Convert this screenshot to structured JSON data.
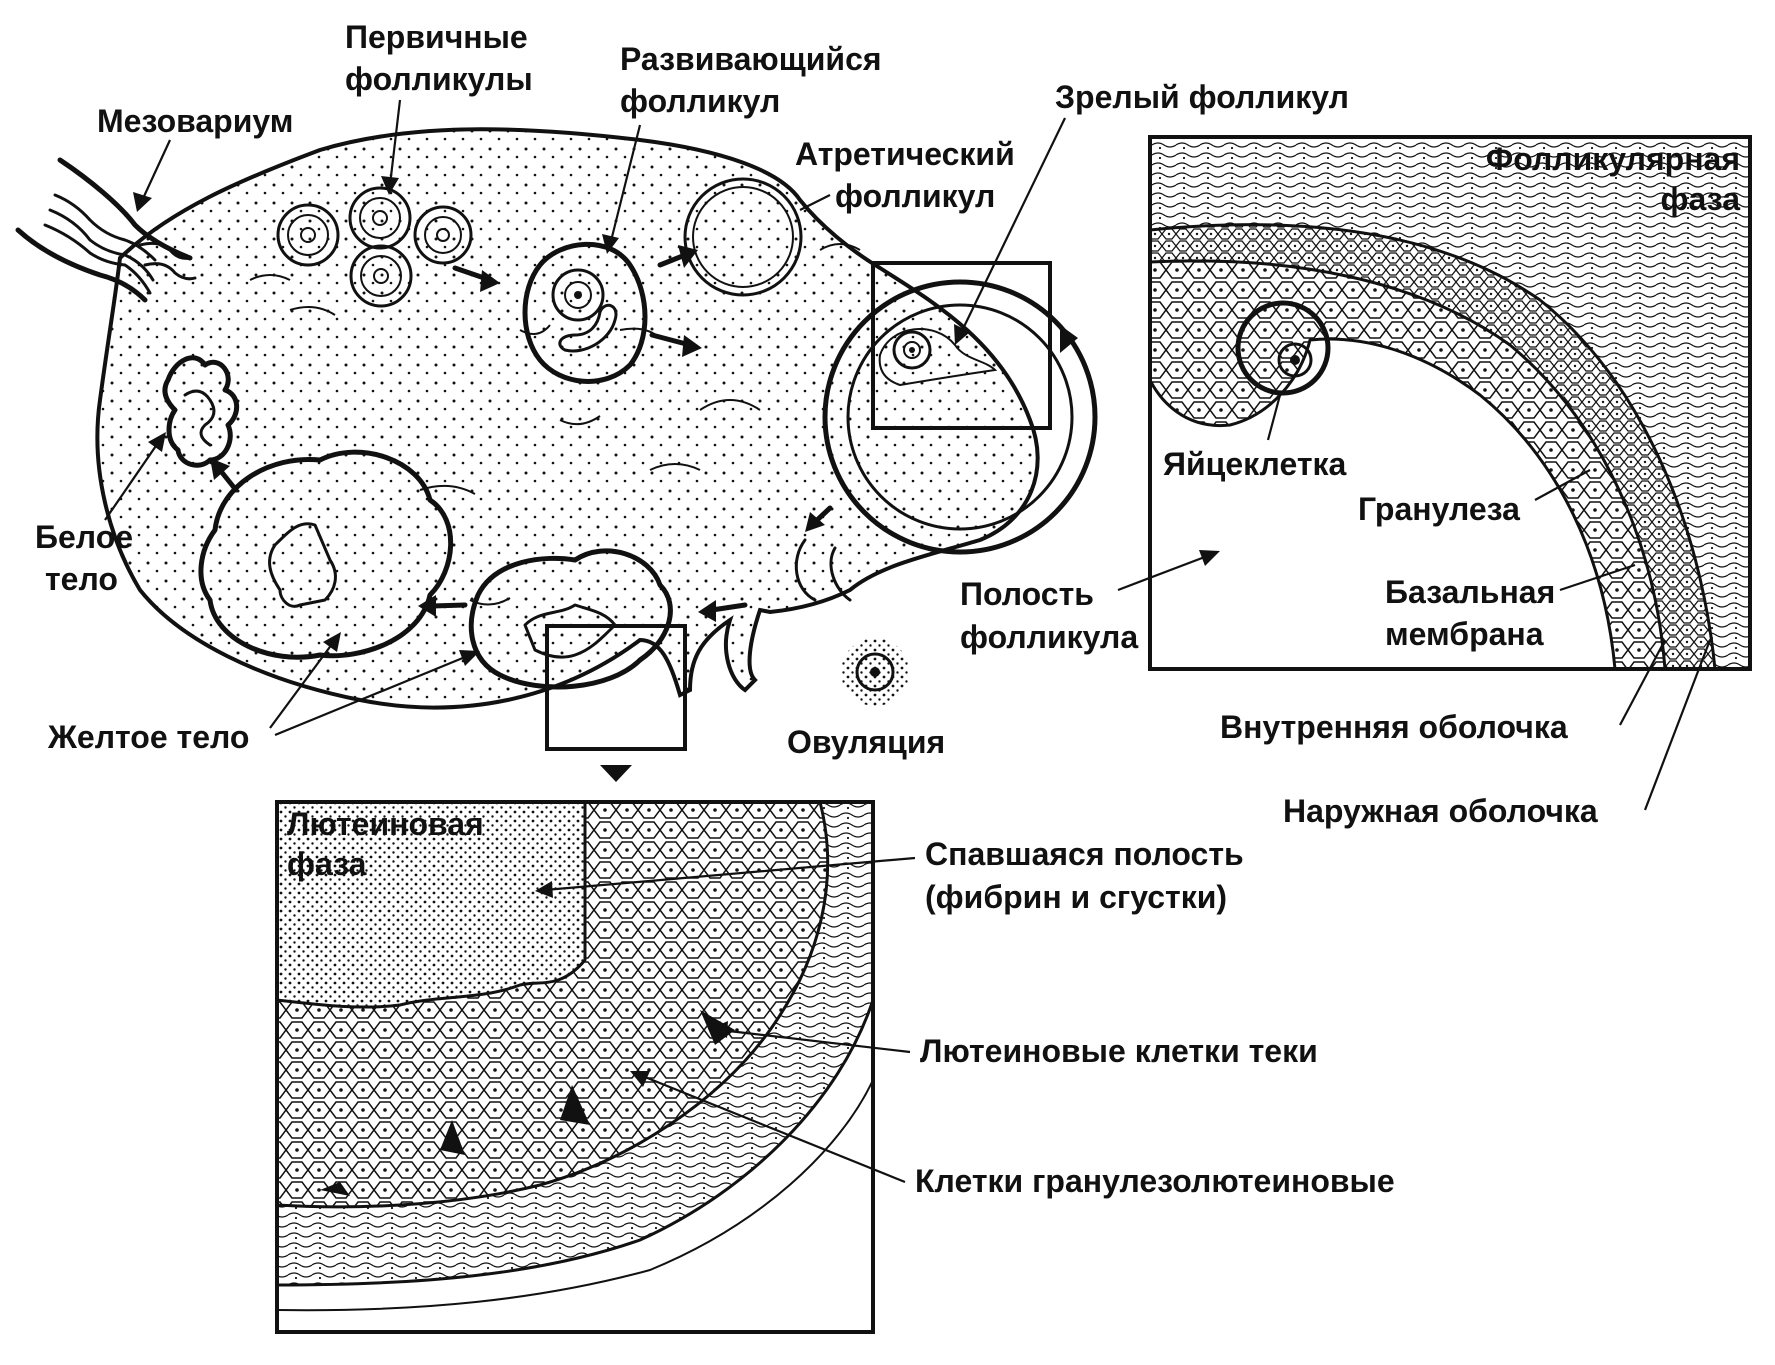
{
  "labels": {
    "mesovarium": "Мезовариум",
    "primary_follicles_1": "Первичные",
    "primary_follicles_2": "фолликулы",
    "developing_follicle_1": "Развивающийся",
    "developing_follicle_2": "фолликул",
    "atretic_follicle_1": "Атретический",
    "atretic_follicle_2": "фолликул",
    "mature_follicle": "Зрелый  фолликул",
    "white_body_1": "Белое",
    "white_body_2": "тело",
    "yellow_body": "Желтое тело",
    "ovulation": "Овуляция",
    "follicle_cavity_1": "Полость",
    "follicle_cavity_2": "фолликула"
  },
  "follicular_inset": {
    "title_1": "Фолликулярная",
    "title_2": "фаза",
    "oocyte": "Яйцеклетка",
    "granulosa": "Гранулеза",
    "basement_membrane_1": "Базальная",
    "basement_membrane_2": "мембрана",
    "theca_interna": "Внутренняя  оболочка",
    "theca_externa": "Наружная  оболочка"
  },
  "luteal_inset": {
    "title_1": "Лютеиновая",
    "title_2": "фаза",
    "collapsed_cavity_1": "Спавшаяся  полость",
    "collapsed_cavity_2": "(фибрин  и  сгустки)",
    "theca_lutein_cells": "Лютеиновые  клетки  теки",
    "granulosa_lutein_cells": "Клетки    гранулезолютеиновые"
  }
}
